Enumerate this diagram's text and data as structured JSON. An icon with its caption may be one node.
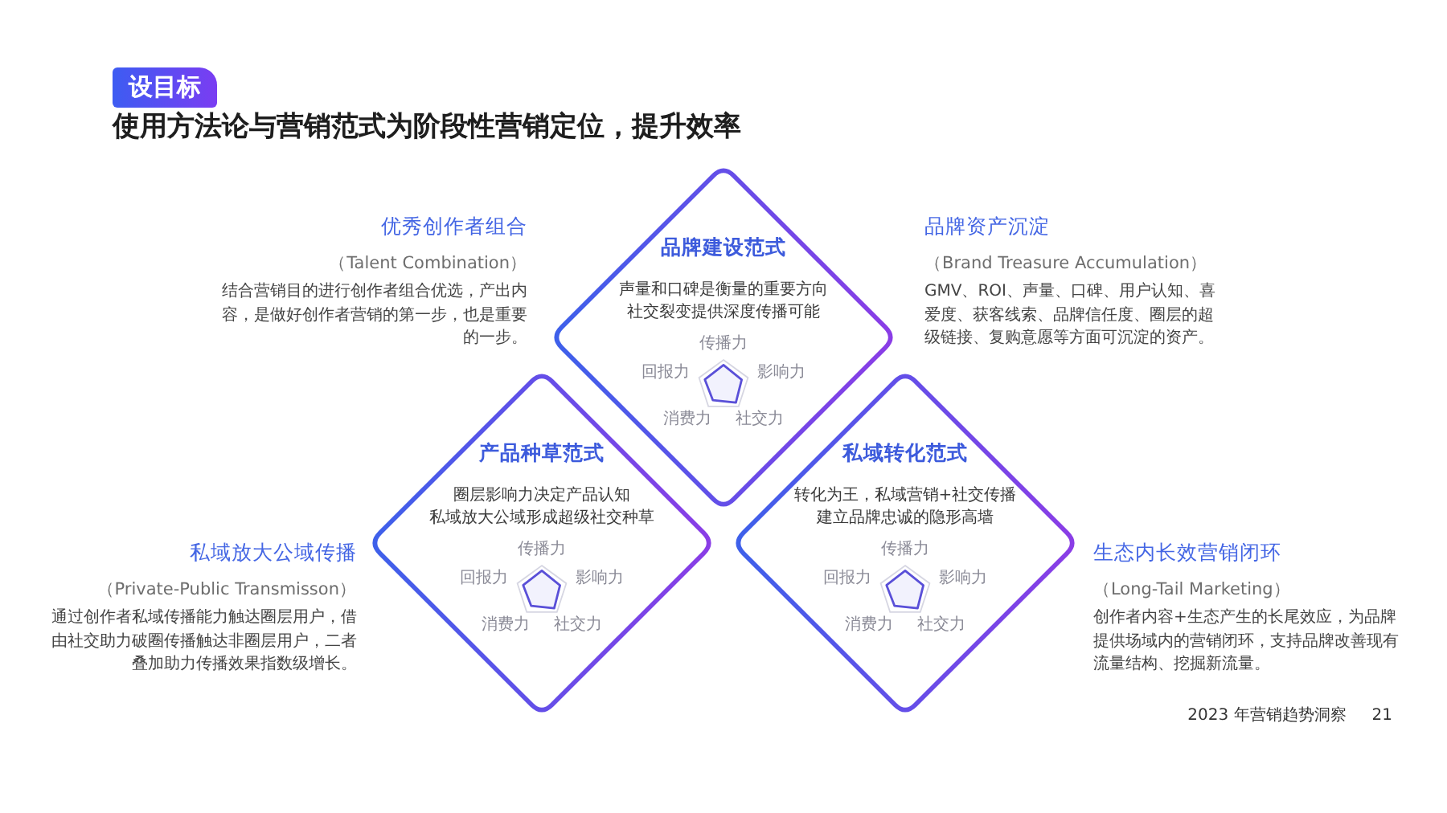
{
  "diagram": {
    "title": "使用方法论与营销范式为阶段性营销定位，提升效率",
    "nodes": [
      {
        "text": [
          "设目标"
        ]
      },
      {
        "text": [
          "品牌建设范式",
          "声量和口碑是衡量的重要方向",
          "社交裂变提供深度传播可能",
          "传播力",
          "影响力",
          "社交力",
          "消费力",
          "回报力"
        ]
      },
      {
        "text": [
          "产品种草范式",
          "圈层影响力决定产品认知",
          "私域放大公域形成超级社交种草",
          "传播力",
          "影响力",
          "社交力",
          "消费力",
          "回报力"
        ]
      },
      {
        "text": [
          "私域转化范式",
          "转化为王，私域营销+社交传播",
          "建立品牌忠诚的隐形高墙",
          "传播力",
          "影响力",
          "社交力",
          "消费力",
          "回报力"
        ]
      }
    ],
    "labels": [
      "优秀创作者组合",
      "（Talent Combination）",
      "结合营销目的进行创作者组合优选，产出内容，是做好创作者营销的第一步，也是重要的一步。",
      "品牌资产沉淀",
      "（Brand Treasure Accumulation）",
      "GMV、ROI、声量、口碑、用户认知、喜爱度、获客线索、品牌信任度、圈层的超级链接、复购意愿等方面可沉淀的资产。",
      "私域放大公域传播",
      "（Private-Public Transmisson）",
      "通过创作者私域传播能力触达圈层用户，借由社交助力破圈传播触达非圈层用户，二者叠加助力传播效果指数级增长。",
      "生态内长效营销闭环",
      "（Long-Tail Marketing）",
      "创作者内容+生态产生的长尾效应，为品牌提供场域内的营销闭环，支持品牌改善现有流量结构、挖掘新流量。",
      "2023 年营销趋势洞察",
      "21"
    ]
  }
}
